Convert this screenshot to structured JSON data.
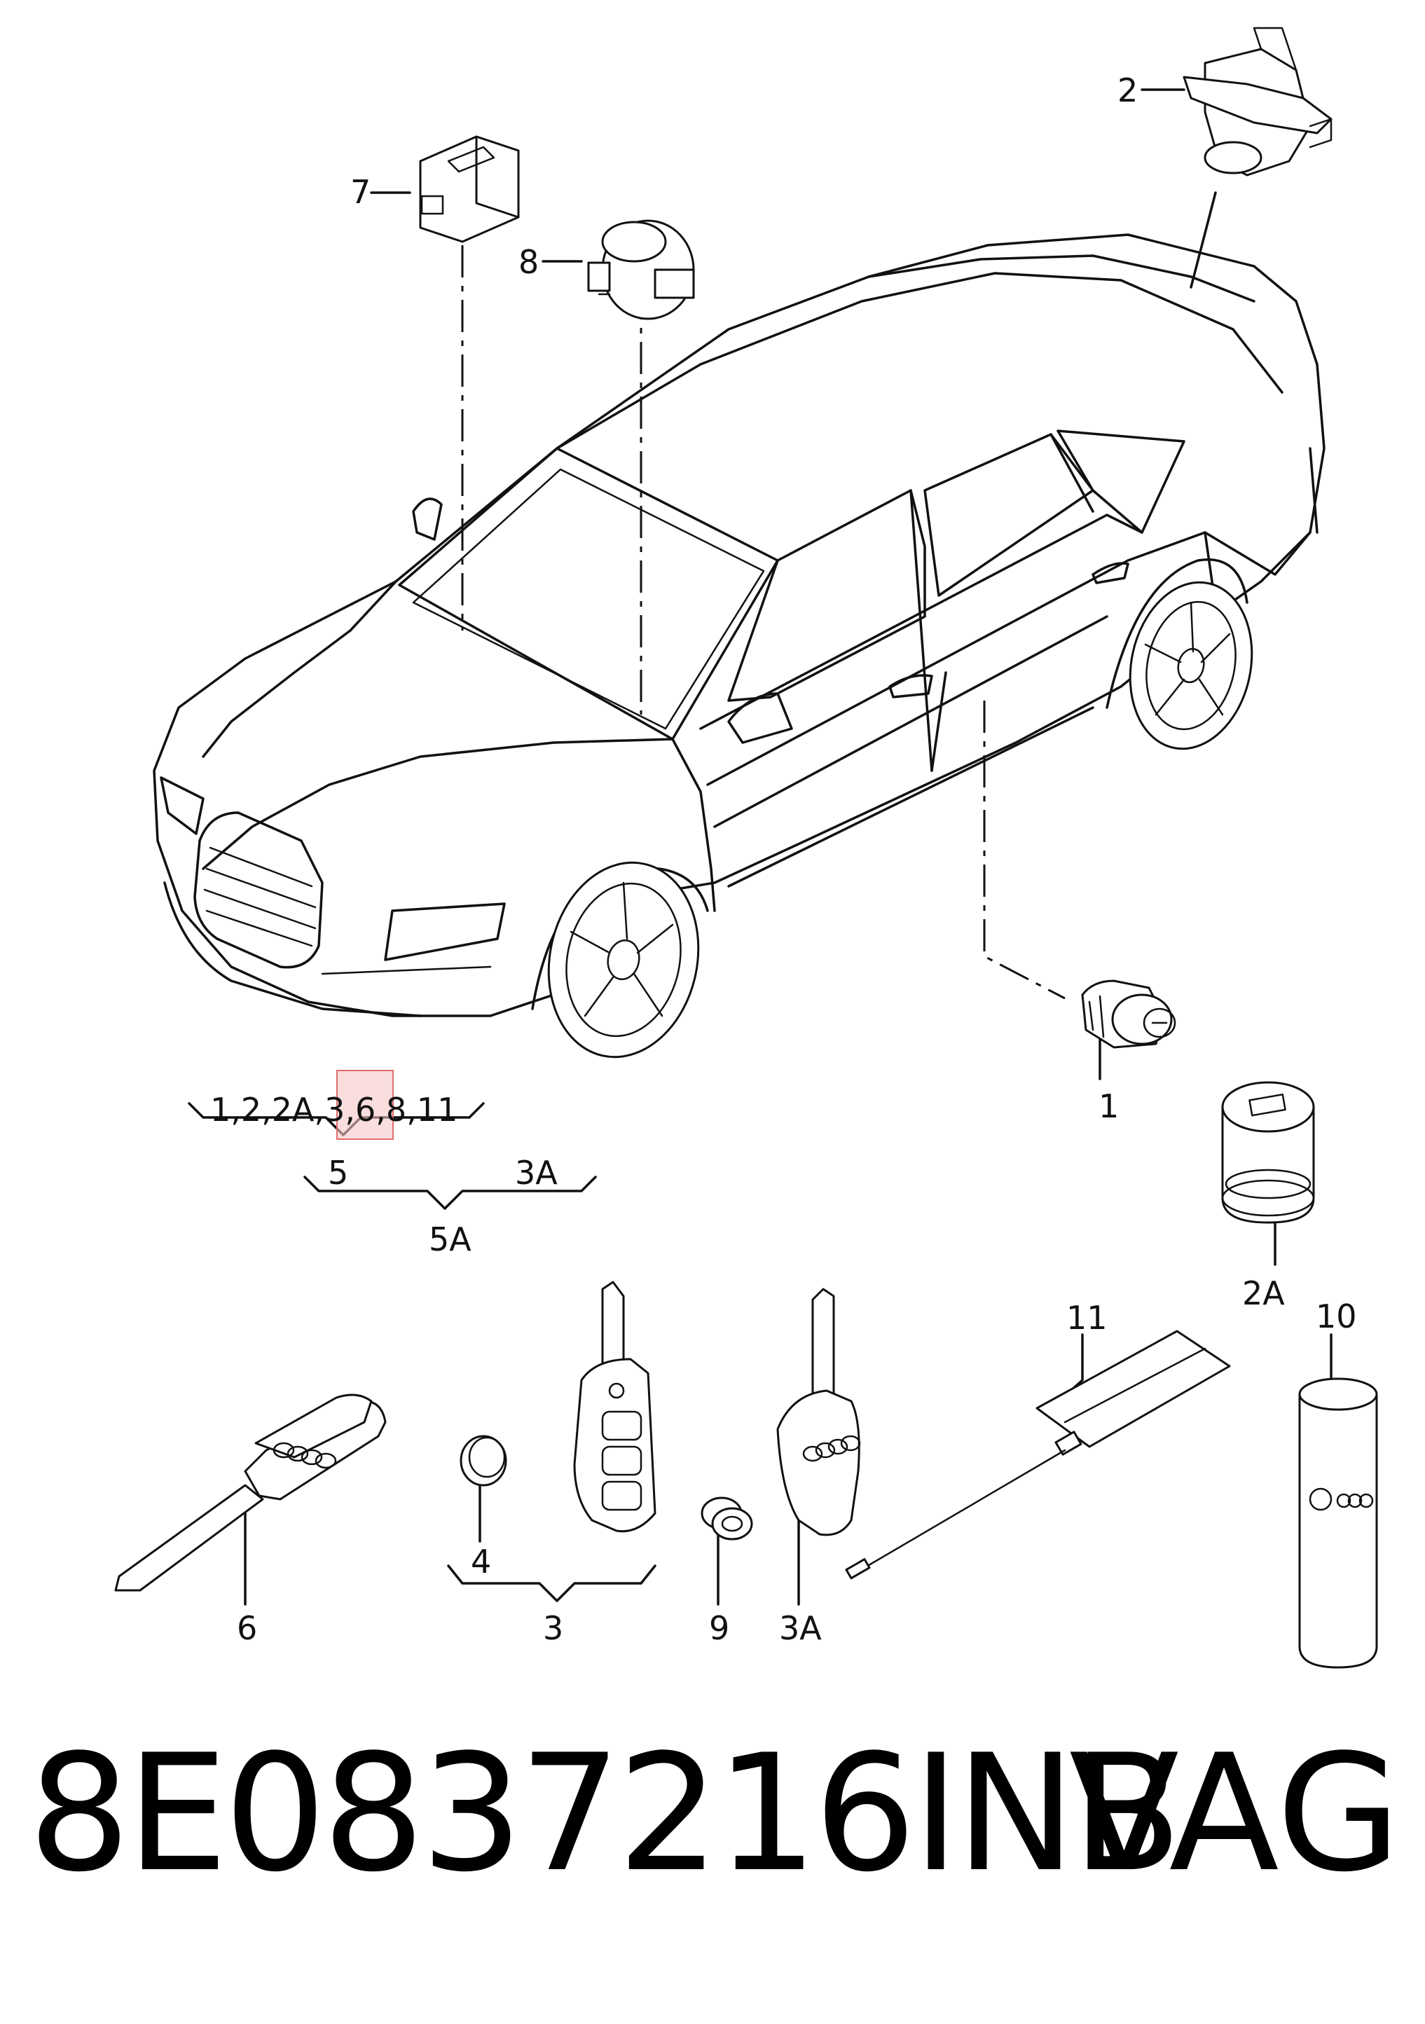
{
  "callouts": {
    "c1": "1",
    "c2": "2",
    "c2a": "2A",
    "c3": "3",
    "c3a": "3A",
    "c3a_kit": "3A",
    "c4": "4",
    "c5": "5",
    "c5a": "5A",
    "c6": "6",
    "c7": "7",
    "c8": "8",
    "c9": "9",
    "c10": "10",
    "c11": "11"
  },
  "kit_group": {
    "list_prefix": "1,2,2A,",
    "list_highlight": "3,6,",
    "list_suffix": "8,11"
  },
  "footer": {
    "part_number": "8E0837216INB",
    "brand": "VAG"
  },
  "colors": {
    "line": "#111111",
    "highlight_fill": "#f6c7c7",
    "highlight_stroke": "#e06b6b"
  }
}
